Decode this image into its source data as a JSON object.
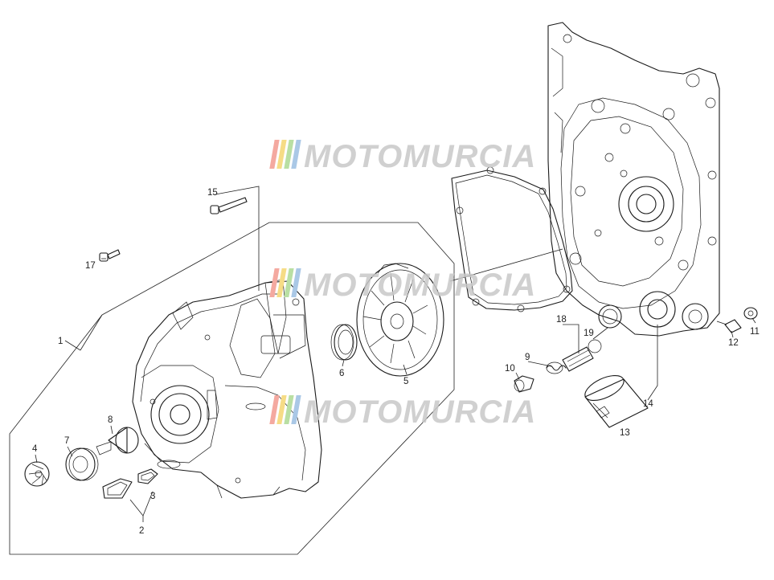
{
  "watermark": {
    "text": "MOTOMURCIA",
    "stripe_colors": [
      "#f4a9a0",
      "#f6dc86",
      "#b9dfa3",
      "#aac8e6"
    ],
    "text_color": "#c8c8c8"
  },
  "callouts": [
    "1",
    "2",
    "3",
    "4",
    "5",
    "6",
    "7",
    "8",
    "9",
    "10",
    "11",
    "12",
    "13",
    "14",
    "15",
    "17",
    "18",
    "19"
  ]
}
